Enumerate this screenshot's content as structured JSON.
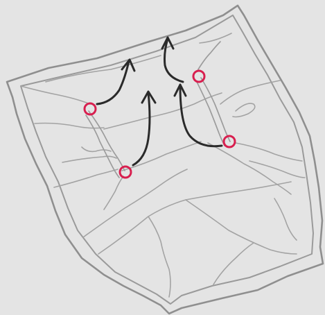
{
  "colors": {
    "background": "#e4e4e4",
    "outline": "#8f8f8f",
    "creases": "#a3a3a3",
    "arrows": "#2a2a2a",
    "markers": "#d81f4f"
  },
  "diagram": {
    "subject": "crumpled-cloth",
    "marker_count": 4,
    "arrow_count": 4
  }
}
